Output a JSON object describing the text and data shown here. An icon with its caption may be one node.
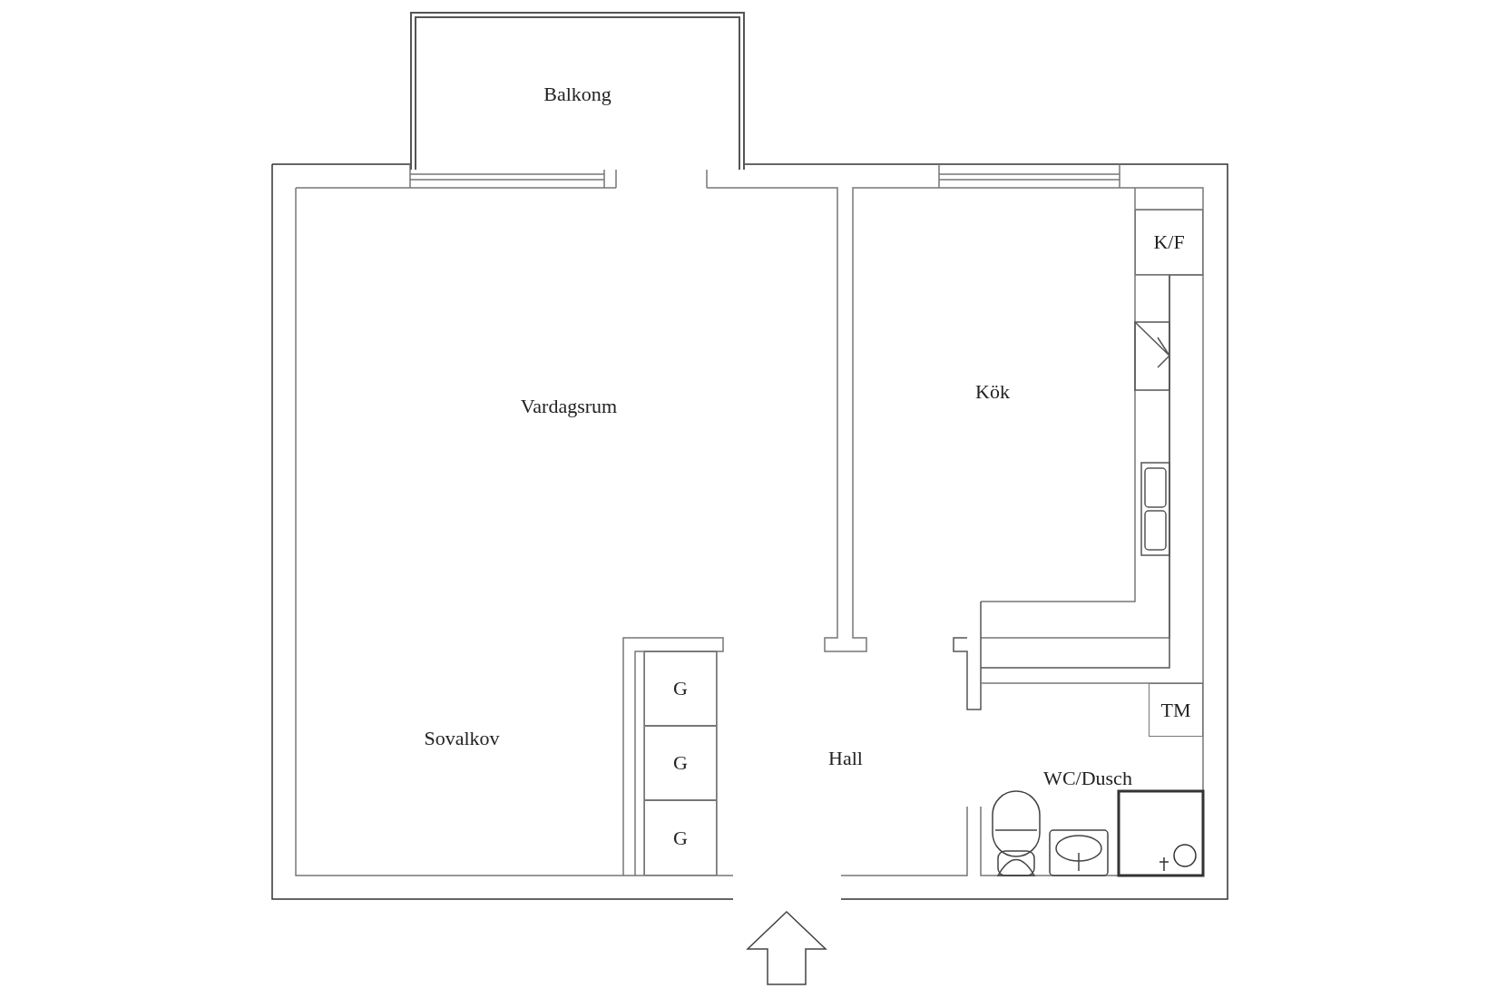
{
  "diagram": {
    "nodes": [
      {
        "text": [
          "Balkong"
        ]
      },
      {
        "text": [
          "K/F"
        ]
      },
      {
        "text": [
          "G"
        ]
      },
      {
        "text": [
          "G"
        ]
      },
      {
        "text": [
          "G"
        ]
      },
      {
        "text": [
          "TM"
        ]
      }
    ],
    "labels": [
      "Vardagsrum",
      "Kök",
      "Sovalkov",
      "Hall",
      "WC/Dusch"
    ]
  }
}
